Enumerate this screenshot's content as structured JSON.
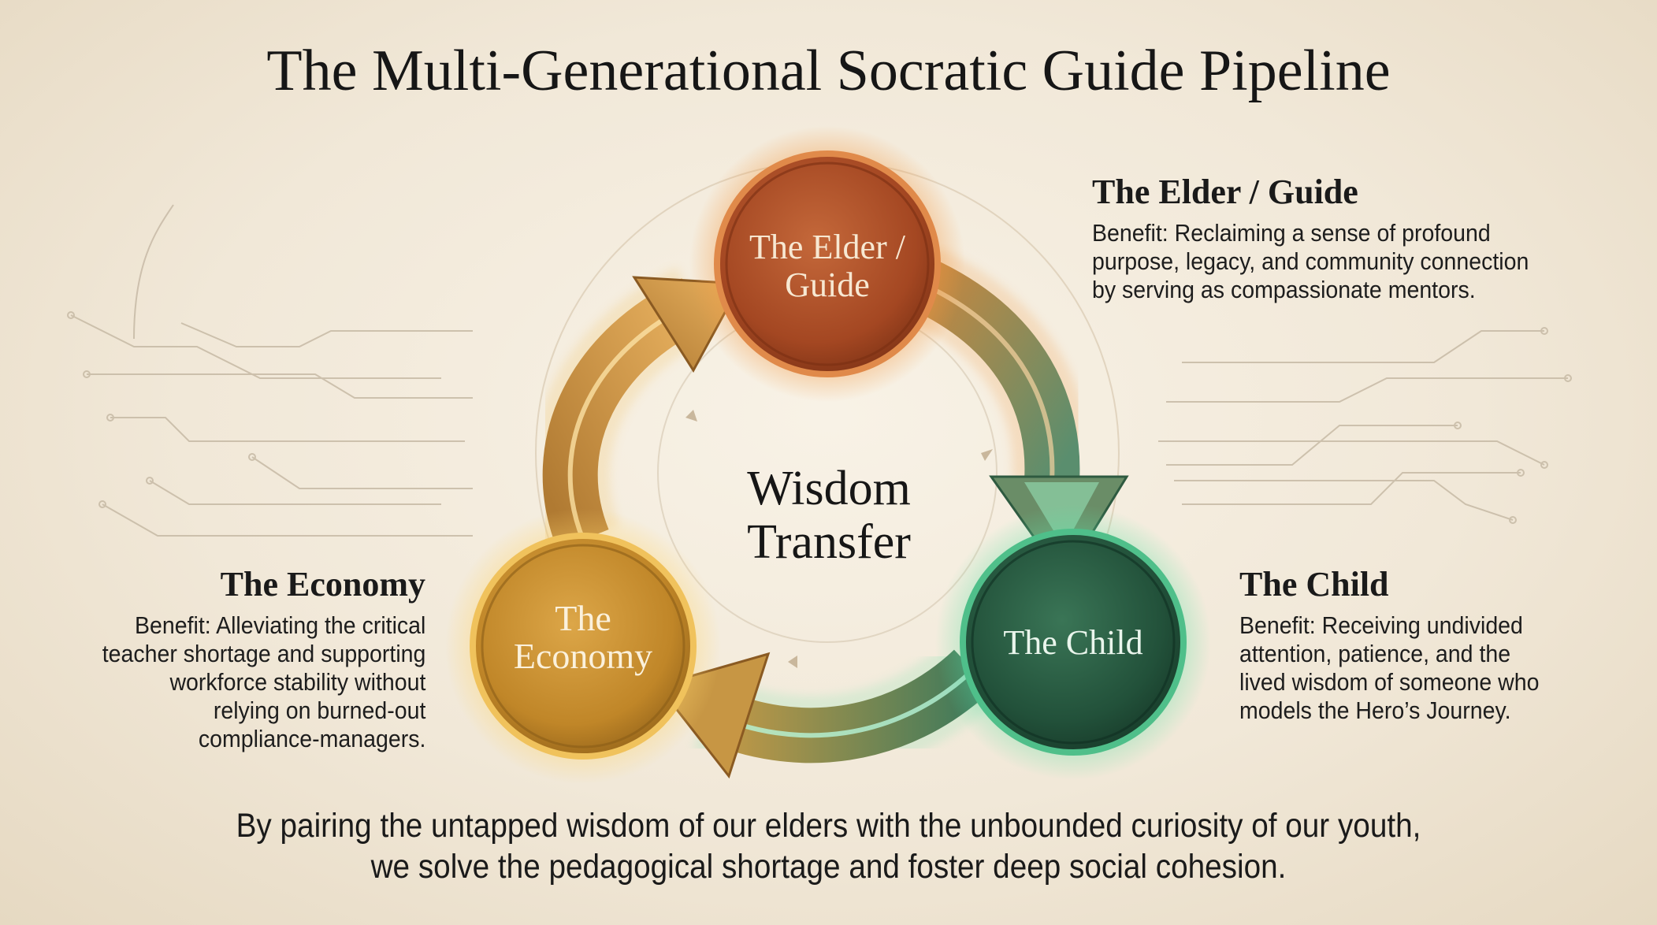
{
  "title": "The Multi-Generational Socratic Guide Pipeline",
  "center_label": {
    "line1": "Wisdom",
    "line2": "Transfer"
  },
  "nodes": {
    "elder": {
      "line1": "The Elder /",
      "line2": "Guide",
      "color": "#a84a26"
    },
    "child": {
      "line1": "The Child",
      "color": "#24573f"
    },
    "economy": {
      "line1": "The",
      "line2": "Economy",
      "color": "#c78f2c"
    }
  },
  "captions": {
    "elder": {
      "heading": "The Elder / Guide",
      "lines": [
        "Benefit: Reclaiming a sense of profound",
        "purpose, legacy, and community connection",
        "by serving as compassionate mentors."
      ]
    },
    "child": {
      "heading": "The Child",
      "lines": [
        "Benefit: Receiving undivided",
        "attention, patience, and the",
        "lived wisdom of someone who",
        "models the Hero’s Journey."
      ]
    },
    "economy": {
      "heading": "The Economy",
      "lines": [
        "Benefit: Alleviating the critical",
        "teacher shortage and supporting",
        "workforce stability without",
        "relying on burned-out",
        "compliance-managers."
      ]
    }
  },
  "footer": {
    "line1": "By pairing the untapped wisdom of our elders with the unbounded curiosity of our youth,",
    "line2": "we solve the pedagogical shortage and foster deep social cohesion."
  },
  "colors": {
    "arrow_gold": "#c98a34",
    "arrow_green": "#4fc79a",
    "circuit": "#bfb19b",
    "text": "#161616"
  }
}
